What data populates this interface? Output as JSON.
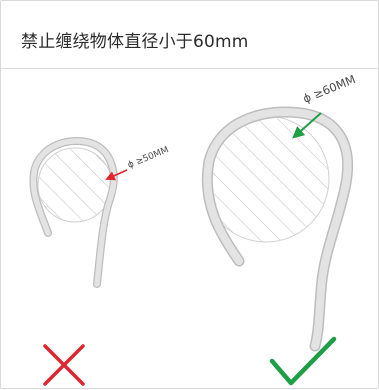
{
  "title": "禁止缠绕物体直径小于60mm",
  "left_example": {
    "dimension_label": "ϕ ≥50MM",
    "status_icon": "cross-icon",
    "status_color": "#e0262e",
    "arrow_color": "#e0262e"
  },
  "right_example": {
    "dimension_label": "ϕ ≥60MM",
    "status_icon": "check-icon",
    "status_color": "#1e9f45",
    "arrow_color": "#1e9f45"
  },
  "colors": {
    "rope_fill": "#e3e3e3",
    "rope_stroke": "#bdbdbd",
    "hatch": "#c8c8c8",
    "circle_stroke": "#d0d0d0"
  }
}
